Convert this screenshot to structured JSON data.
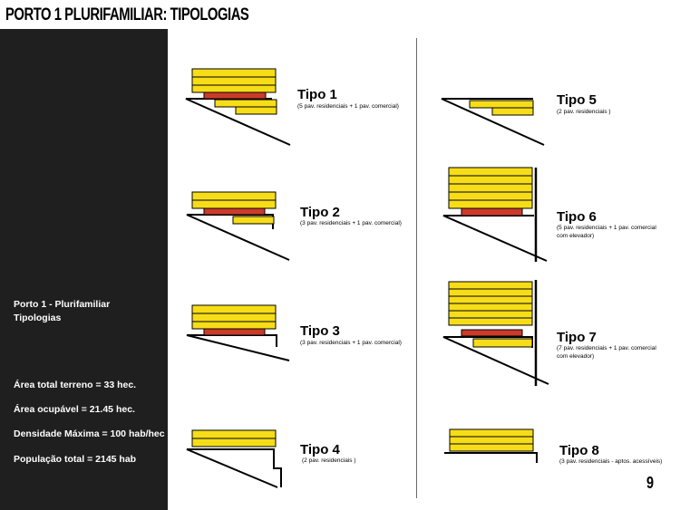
{
  "title": "PORTO 1  PLURIFAMILIAR: TIPOLOGIAS",
  "page_number": "9",
  "sidebar": {
    "heading": "Porto 1 - Plurifamiliar",
    "subheading": "Tipologias",
    "stats": [
      "Área total terreno = 33 hec.",
      "Área ocupável = 21.45 hec.",
      "Densidade Máxima = 100 hab/hec",
      "População total = 2145 hab"
    ]
  },
  "colors": {
    "floor": "#f6dd18",
    "commercial": "#cc3b2a",
    "sidebar": "#1f1f1f",
    "line": "#000000"
  },
  "types": [
    {
      "name": "Tipo 1",
      "desc": [
        "(5 pav. residenciais + 1 pav. comercial)"
      ]
    },
    {
      "name": "Tipo 2",
      "desc": [
        "(3 pav. residenciais + 1 pav. comercial)"
      ]
    },
    {
      "name": "Tipo 3",
      "desc": [
        "(3 pav. residenciais + 1 pav. comercial)"
      ]
    },
    {
      "name": "Tipo 4",
      "desc": [
        "(2 pav. residenciais )"
      ]
    },
    {
      "name": "Tipo 5",
      "desc": [
        "(2 pav. residenciais )"
      ]
    },
    {
      "name": "Tipo 6",
      "desc": [
        "(5 pav. residenciais + 1 pav. comercial",
        "com elevador)"
      ]
    },
    {
      "name": "Tipo 7",
      "desc": [
        "(7 pav. residenciais + 1 pav. comercial",
        " com elevador)"
      ]
    },
    {
      "name": "Tipo 8",
      "desc": [
        "(3 pav. residenciais - aptos. acessíveis)"
      ]
    }
  ]
}
